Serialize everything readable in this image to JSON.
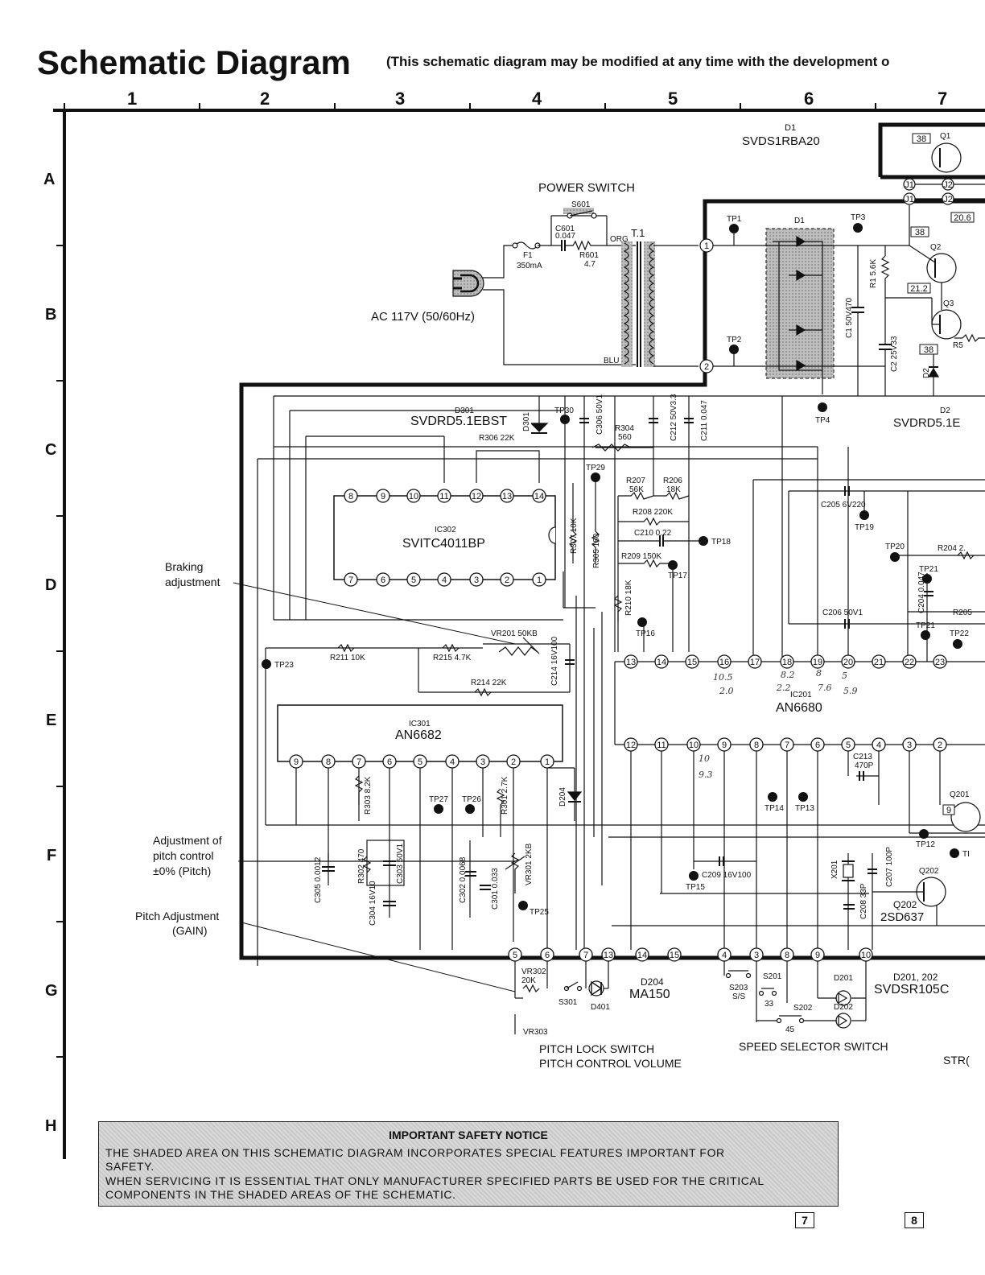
{
  "header": {
    "title": "Schematic Diagram",
    "subtitle": "(This schematic diagram may be modified at any time with the development o"
  },
  "grid": {
    "columns": [
      "1",
      "2",
      "3",
      "4",
      "5",
      "6",
      "7"
    ],
    "rows": [
      "A",
      "B",
      "C",
      "D",
      "E",
      "F",
      "G",
      "H"
    ]
  },
  "power": {
    "power_switch": "POWER SWITCH",
    "s601": "S601",
    "c601": "C601",
    "c601_val": "0.047",
    "f1": "F1",
    "f1_val": "350mA",
    "r601": "R601",
    "r601_val": "4.7",
    "org": "ORG",
    "t1": "T.1",
    "blu": "BLU",
    "ac": "AC 117V (50/60Hz)"
  },
  "rectifier": {
    "d1_top": "D1",
    "d1_part": "SVDS1RBA20",
    "d1": "D1",
    "tp1": "TP1",
    "tp2": "TP2",
    "tp3": "TP3",
    "tp4": "TP4",
    "c1": "C1 50V470",
    "c2": "C2 25V33",
    "r1": "R1 5.6K",
    "q1": "Q1",
    "q2": "Q2",
    "q3": "Q3",
    "r5": "R5",
    "d2": "D2",
    "d2lbl": "D2",
    "d2_part": "SVDRD5.1E",
    "j1": "J1",
    "j2": "J2",
    "b38a": "38",
    "b38b": "38",
    "b38c": "38",
    "v206": "20.6",
    "v212": "21.2"
  },
  "ic302_block": {
    "d301_lbl": "D301",
    "d301_part": "SVDRD5.1EBST",
    "d301v": "D301",
    "r306": "R306 22K",
    "tp30": "TP30",
    "c306": "C306 50V1",
    "r304": "R304",
    "r304_val": "560",
    "c212": "C212 50V3.3",
    "c211": "C211 0.047",
    "tp29": "TP29",
    "ic302": "IC302",
    "ic302_part": "SVITC4011BP",
    "r307": "R307 10K",
    "r305": "R305 180",
    "r207": "R207",
    "r207_val": "56K",
    "r206": "R206",
    "r206_val": "18K",
    "r208": "R208 220K",
    "c210": "C210 0.22",
    "tp18": "TP18",
    "r209": "R209 150K",
    "tp17": "TP17",
    "r210": "R210 18K",
    "tp16": "TP16",
    "braking": "Braking",
    "braking2": "adjustment"
  },
  "mid": {
    "vr201": "VR201 50KB",
    "r211": "R211 10K",
    "r215": "R215 4.7K",
    "tp23": "TP23",
    "r214": "R214 22K",
    "c214": "C214 16V100",
    "ic301": "IC301",
    "ic301_part": "AN6682",
    "r303": "R303 8.2K",
    "tp27": "TP27",
    "tp26": "TP26",
    "r301": "R301 2.7K",
    "d204v": "D204",
    "adj_pitch1": "Adjustment of",
    "adj_pitch2": "pitch control",
    "adj_pitch3": "±0% (Pitch)",
    "pitch_adj1": "Pitch Adjustment",
    "pitch_adj2": "(GAIN)",
    "c305": "C305 0.0012",
    "r302": "R302 470",
    "c303": "C303 50V1",
    "c304": "C304 16V10",
    "c302": "C302 0.0068",
    "c301": "C301 0.033",
    "vr301": "VR301 2KB",
    "tp25": "TP25"
  },
  "ic201_block": {
    "c205": "C205 6V220",
    "tp19": "TP19",
    "tp20": "TP20",
    "r204": "R204 2.",
    "tp21a": "TP21",
    "c204": "C204 0.047",
    "r205": "R205",
    "c206": "C206 50V1",
    "tp21b": "TP21",
    "tp22": "TP22",
    "ic201": "IC201",
    "ic201_part": "AN6680",
    "c213": "C213",
    "c213_val": "470P",
    "tp14": "TP14",
    "tp13": "TP13",
    "tp12": "TP12",
    "tpr": "TI",
    "q201": "Q201",
    "b9": "9",
    "c209": "C209 16V100",
    "tp15": "TP15",
    "x201": "X201",
    "c207": "C207 100P",
    "c208": "C208 33P",
    "q202a": "Q202",
    "q202b": "Q202",
    "q202_part": "2SD637",
    "hw1": "10.5",
    "hw2": "2.0",
    "hw3": "8.2",
    "hw4": "2.2",
    "hw5": "8",
    "hw6": "7.6",
    "hw7": "5",
    "hw8": "5.9",
    "hw9": "10",
    "hw10": "9.3"
  },
  "bottom": {
    "vr302": "VR302",
    "vr302_val": "20K",
    "s301": "S301",
    "d401": "D401",
    "vr303": "VR303",
    "d204": "D204",
    "d204_part": "MA150",
    "s203": "S203",
    "ss": "S/S",
    "s201": "S201",
    "n33": "33",
    "s202": "S202",
    "n45": "45",
    "d201": "D201",
    "d202": "D202",
    "d201_202": "D201, 202",
    "d201_part": "SVDSR105C",
    "pitch_lock": "PITCH LOCK SWITCH",
    "pitch_vol": "PITCH CONTROL VOLUME",
    "speed_sel": "SPEED SELECTOR SWITCH",
    "str": "STR("
  },
  "notice": {
    "title": "IMPORTANT SAFETY NOTICE",
    "line1": "THE SHADED AREA ON THIS SCHEMATIC DIAGRAM INCORPORATES SPECIAL FEATURES IMPORTANT FOR",
    "line2": "SAFETY.",
    "line3": "WHEN SERVICING IT IS ESSENTIAL THAT ONLY MANUFACTURER SPECIFIED PARTS BE USED FOR THE CRITICAL",
    "line4": "COMPONENTS IN THE SHADED AREAS OF THE SCHEMATIC."
  },
  "pages": {
    "p7": "7",
    "p8": "8"
  }
}
